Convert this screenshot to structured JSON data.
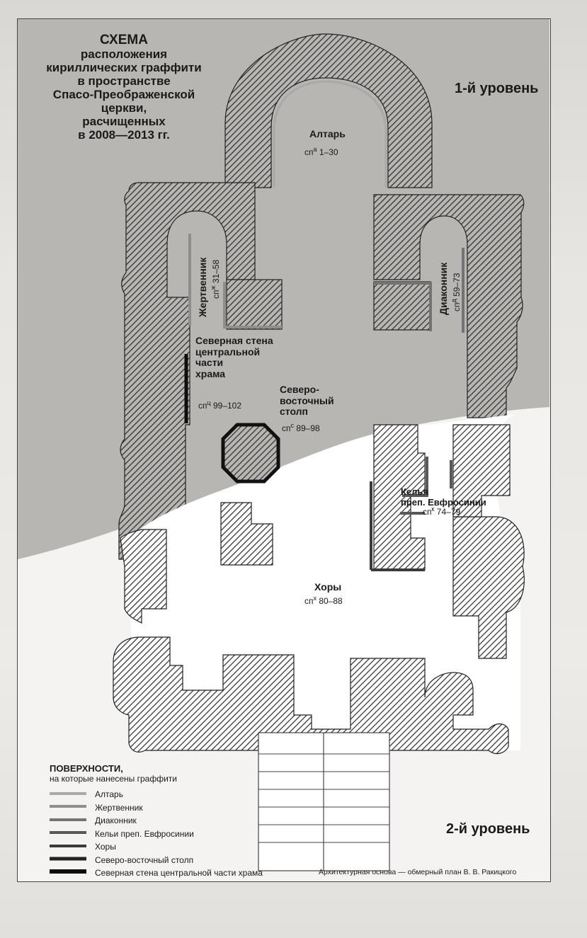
{
  "title": {
    "line1": "СХЕМА",
    "lines": [
      "расположения",
      "кириллических граффити",
      "в пространстве",
      "Спасо-Преображенской",
      "церкви,",
      "расчищенных",
      "в 2008—2013 гг."
    ]
  },
  "levels": {
    "level1": "1-й уровень",
    "level2": "2-й уровень"
  },
  "rooms": {
    "altar": {
      "name": "Алтарь",
      "ref_prefix": "сп",
      "ref_sup": "а",
      "ref_range": " 1–30"
    },
    "zhert": {
      "name": "Жертвенник",
      "ref_prefix": "сп",
      "ref_sup": "ж",
      "ref_range": " 31–58"
    },
    "diak": {
      "name": "Диаконник",
      "ref_prefix": "сп",
      "ref_sup": "д",
      "ref_range": " 59–73"
    },
    "north": {
      "name_lines": [
        "Северная стена",
        "центральной",
        "части",
        "храма"
      ],
      "ref_prefix": "сп",
      "ref_sup": "ц",
      "ref_range": " 99–102"
    },
    "pillar": {
      "name_lines": [
        "Северо-",
        "восточный",
        "столп"
      ],
      "ref_prefix": "сп",
      "ref_sup": "с",
      "ref_range": " 89–98"
    },
    "cell": {
      "name_lines": [
        "Келья",
        "преп. Евфросинии"
      ],
      "ref_prefix": "сп",
      "ref_sup": "к",
      "ref_range": " 74–79"
    },
    "choir": {
      "name": "Хоры",
      "ref_prefix": "сп",
      "ref_sup": "х",
      "ref_range": " 80–88"
    }
  },
  "legend": {
    "heading": "ПОВЕРХНОСТИ,",
    "subheading": "на которые нанесены граффити",
    "items": [
      {
        "label": "Алтарь",
        "color": "#a9a9a9",
        "thickness": "thin"
      },
      {
        "label": "Жертвенник",
        "color": "#8e8e8e",
        "thickness": "thin"
      },
      {
        "label": "Диаконник",
        "color": "#737373",
        "thickness": "thin"
      },
      {
        "label": "Кельи преп. Евфросинии",
        "color": "#585858",
        "thickness": "thin"
      },
      {
        "label": "Хоры",
        "color": "#3b3b3b",
        "thickness": "medium"
      },
      {
        "label": "Северо-восточный столп",
        "color": "#222222",
        "thickness": "medium"
      },
      {
        "label": "Северная стена центральной части храма",
        "color": "#0d0d0d",
        "thickness": "thick"
      }
    ]
  },
  "credit": "Архитектурная основа — обмерный план В. В. Ракицкого",
  "colors": {
    "level1_fill": "#b8b6b2",
    "level2_fill": "#ffffff",
    "hatch": "#2a2a2a"
  }
}
